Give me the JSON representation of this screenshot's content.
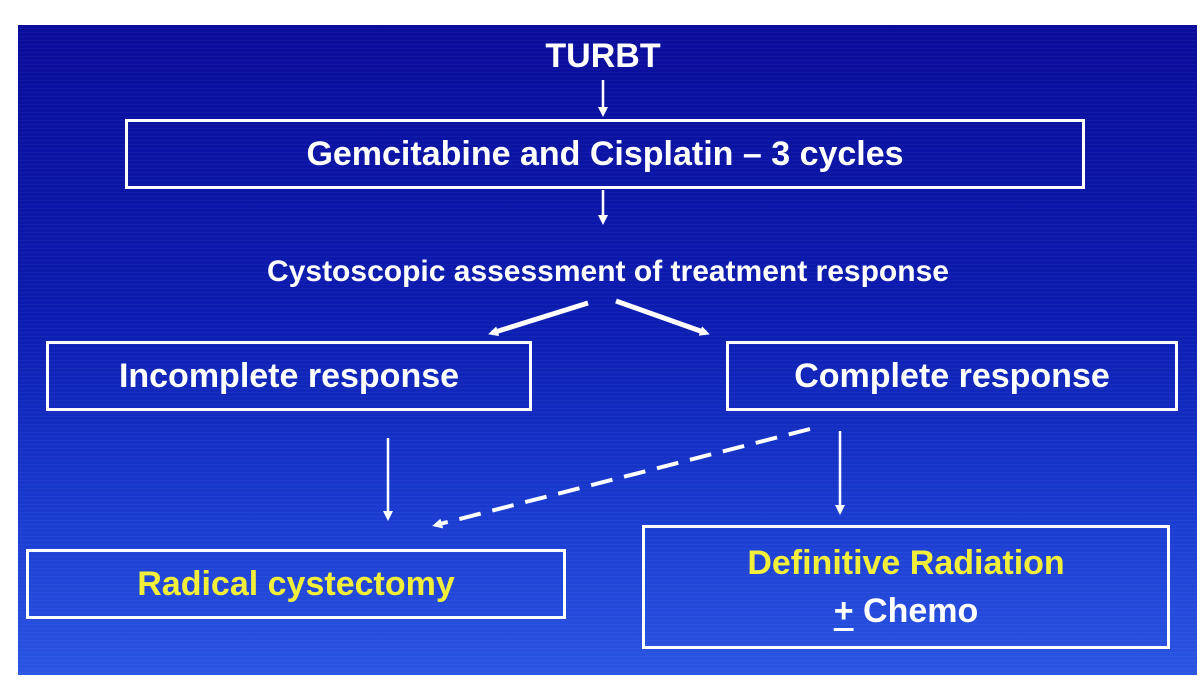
{
  "flowchart": {
    "start": "TURBT",
    "chemo_box": "Gemcitabine and Cisplatin – 3 cycles",
    "assessment": "Cystoscopic assessment of treatment response",
    "incomplete": "Incomplete response",
    "complete": "Complete response",
    "cystectomy": "Radical cystectomy",
    "radiation_line1": "Definitive Radiation",
    "radiation_pm": "+",
    "radiation_line2_rest": " Chemo"
  },
  "colors": {
    "background": "#0c1cb0",
    "box_border": "#ffffff",
    "text": "#ffffff",
    "highlight_text": "#f2ef3a"
  }
}
